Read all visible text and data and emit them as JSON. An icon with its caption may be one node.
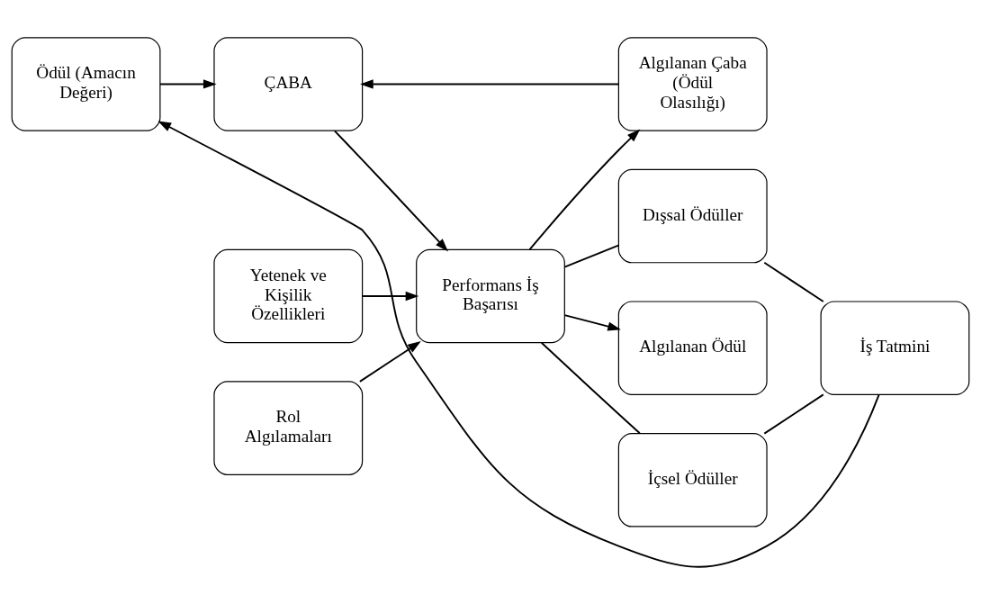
{
  "diagram": {
    "nodes": [
      {
        "text": [
          "Ödül (Amacın Değeri)"
        ]
      },
      {
        "text": [
          "Yetenek ve Kişilik Özellikleri"
        ]
      },
      {
        "text": [
          "Algılanan Ödül"
        ]
      },
      {
        "text": [
          "İçsel Ödüller"
        ]
      },
      {
        "text": [
          "ÇABA"
        ]
      },
      {
        "text": [
          "Performans İş Başarısı"
        ]
      },
      {
        "text": [
          "İş Tatmini"
        ]
      },
      {
        "text": [
          "Dışsal Ödüller"
        ]
      },
      {
        "text": [
          "Algılanan Çaba (Ödül Olasılığı)"
        ]
      },
      {
        "text": [
          "Rol Algılamaları"
        ]
      }
    ],
    "edges": [
      {
        "from": 0,
        "to": 4,
        "arrow": "to"
      },
      {
        "from": 8,
        "to": 4,
        "arrow": "to"
      },
      {
        "from": 4,
        "to": 5,
        "arrow": "to"
      },
      {
        "from": 1,
        "to": 5,
        "arrow": "to"
      },
      {
        "from": 9,
        "to": 5,
        "arrow": "to"
      },
      {
        "from": 5,
        "to": 2,
        "arrow": "to"
      },
      {
        "from": 5,
        "to": 3,
        "arrow": "none"
      },
      {
        "from": 5,
        "to": 7,
        "arrow": "none"
      },
      {
        "from": 3,
        "to": 6,
        "arrow": "none"
      },
      {
        "from": 7,
        "to": 6,
        "arrow": "none"
      },
      {
        "from": 6,
        "to": 0,
        "arrow": "to"
      },
      {
        "from": 5,
        "to": 8,
        "arrow": "to"
      }
    ]
  }
}
